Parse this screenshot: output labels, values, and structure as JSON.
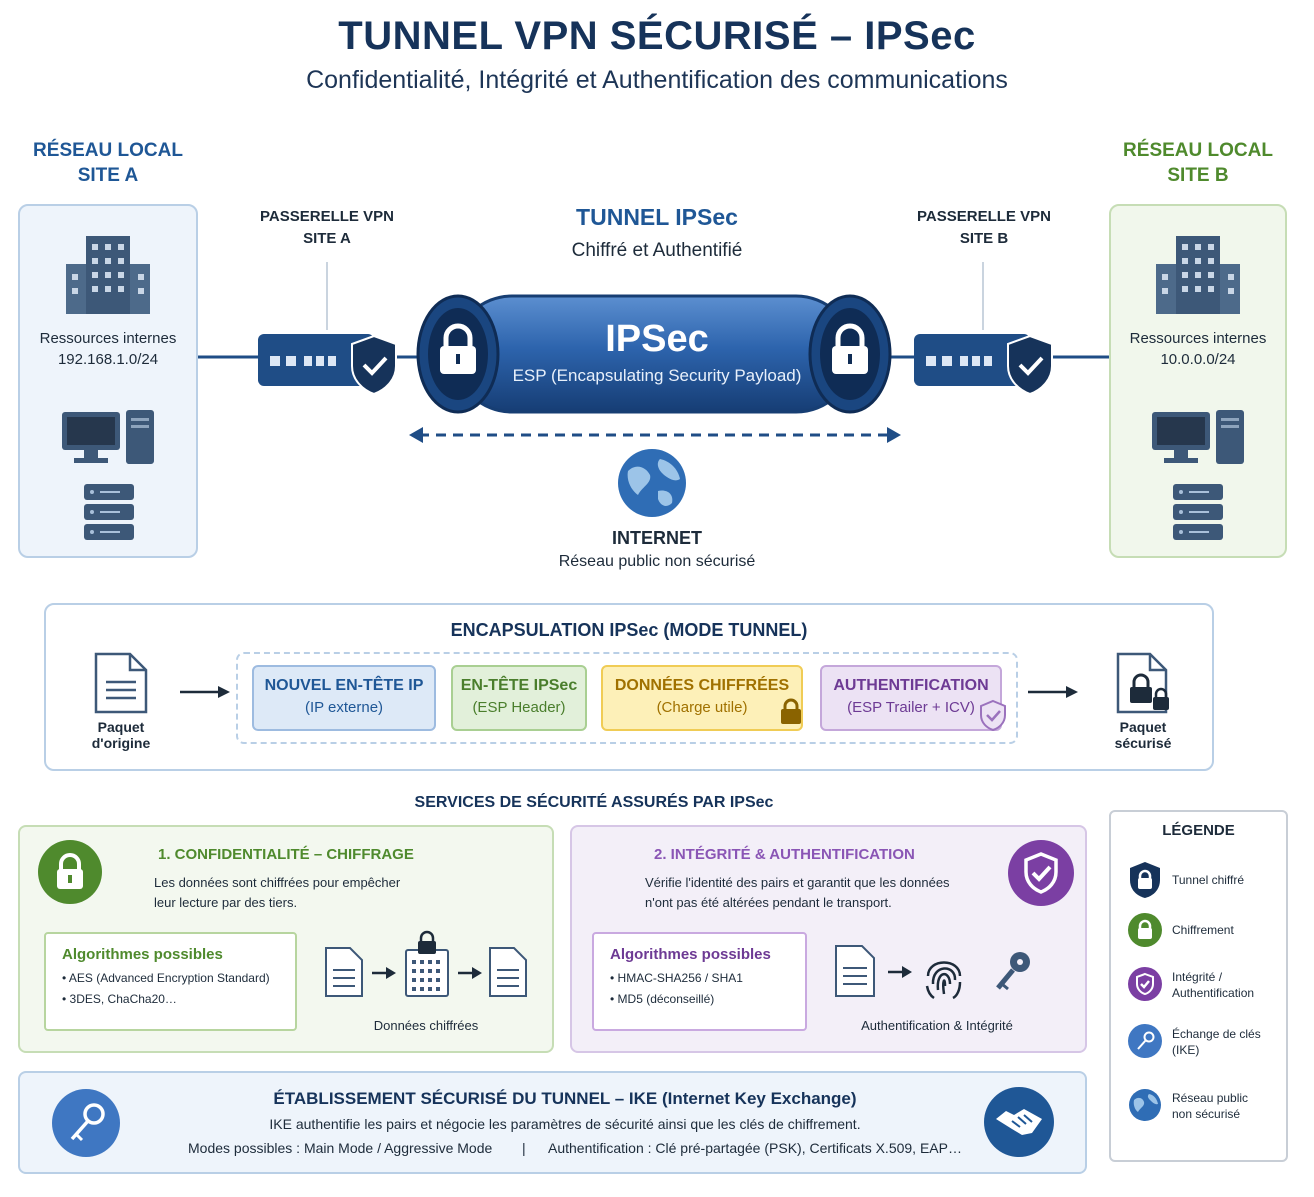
{
  "header": {
    "title": "TUNNEL VPN SÉCURISÉ – IPSec",
    "subtitle": "Confidentialité, Intégrité et Authentification des communications"
  },
  "site_a": {
    "label_line1": "RÉSEAU LOCAL",
    "label_line2": "SITE A",
    "resources": "Ressources internes",
    "subnet": "192.168.1.0/24",
    "gateway_line1": "PASSERELLE VPN",
    "gateway_line2": "SITE A"
  },
  "site_b": {
    "label_line1": "RÉSEAU LOCAL",
    "label_line2": "SITE B",
    "resources": "Ressources internes",
    "subnet": "10.0.0.0/24",
    "gateway_line1": "PASSERELLE VPN",
    "gateway_line2": "SITE B"
  },
  "tunnel": {
    "title": "TUNNEL IPSec",
    "subtitle": "Chiffré et Authentifié",
    "name": "IPSec",
    "protocol": "ESP (Encapsulating Security Payload)"
  },
  "internet": {
    "title": "INTERNET",
    "subtitle": "Réseau public non sécurisé"
  },
  "encapsulation": {
    "title": "ENCAPSULATION IPSec (MODE TUNNEL)",
    "source_line1": "Paquet",
    "source_line2": "d'origine",
    "target_line1": "Paquet",
    "target_line2": "sécurisé",
    "segments": [
      {
        "head": "NOUVEL EN-TÊTE IP",
        "sub": "(IP externe)"
      },
      {
        "head": "EN-TÊTE IPSec",
        "sub": "(ESP Header)"
      },
      {
        "head": "DONNÉES CHIFFRÉES",
        "sub": "(Charge utile)"
      },
      {
        "head": "AUTHENTIFICATION",
        "sub": "(ESP Trailer + ICV)"
      }
    ]
  },
  "services": {
    "title": "SERVICES DE SÉCURITÉ ASSURÉS PAR IPSec",
    "confidentiality": {
      "title": "1. CONFIDENTIALITÉ – CHIFFRAGE",
      "desc_line1": "Les données sont chiffrées pour empêcher",
      "desc_line2": "leur lecture par des tiers.",
      "algo_title": "Algorithmes possibles",
      "algos": [
        "• AES (Advanced Encryption Standard)",
        "• 3DES, ChaCha20…"
      ],
      "caption": "Données chiffrées"
    },
    "integrity": {
      "title": "2. INTÉGRITÉ & AUTHENTIFICATION",
      "desc_line1": "Vérifie l'identité des pairs et garantit que les données",
      "desc_line2": "n'ont pas été altérées pendant le transport.",
      "algo_title": "Algorithmes possibles",
      "algos": [
        "• HMAC-SHA256 / SHA1",
        "• MD5 (déconseillé)"
      ],
      "caption": "Authentification & Intégrité"
    }
  },
  "ike": {
    "title": "ÉTABLISSEMENT SÉCURISÉ DU TUNNEL – IKE (Internet Key Exchange)",
    "desc": "IKE authentifie les pairs et négocie les paramètres de sécurité ainsi que les clés de chiffrement.",
    "modes": "Modes possibles : Main Mode / Aggressive Mode",
    "separator": "|",
    "auth": "Authentification : Clé pré-partagée (PSK), Certificats X.509, EAP…"
  },
  "legend": {
    "title": "LÉGENDE",
    "items": [
      {
        "line1": "Tunnel chiffré",
        "line2": ""
      },
      {
        "line1": "Chiffrement",
        "line2": ""
      },
      {
        "line1": "Intégrité /",
        "line2": "Authentification"
      },
      {
        "line1": "Échange de clés",
        "line2": "(IKE)"
      },
      {
        "line1": "Réseau public",
        "line2": "non sécurisé"
      }
    ]
  },
  "colors": {
    "navy": "#16335a",
    "blue": "#1f5796",
    "green": "#4f8a2d",
    "purple": "#6d3a94",
    "yellow": "#f0cc55"
  }
}
